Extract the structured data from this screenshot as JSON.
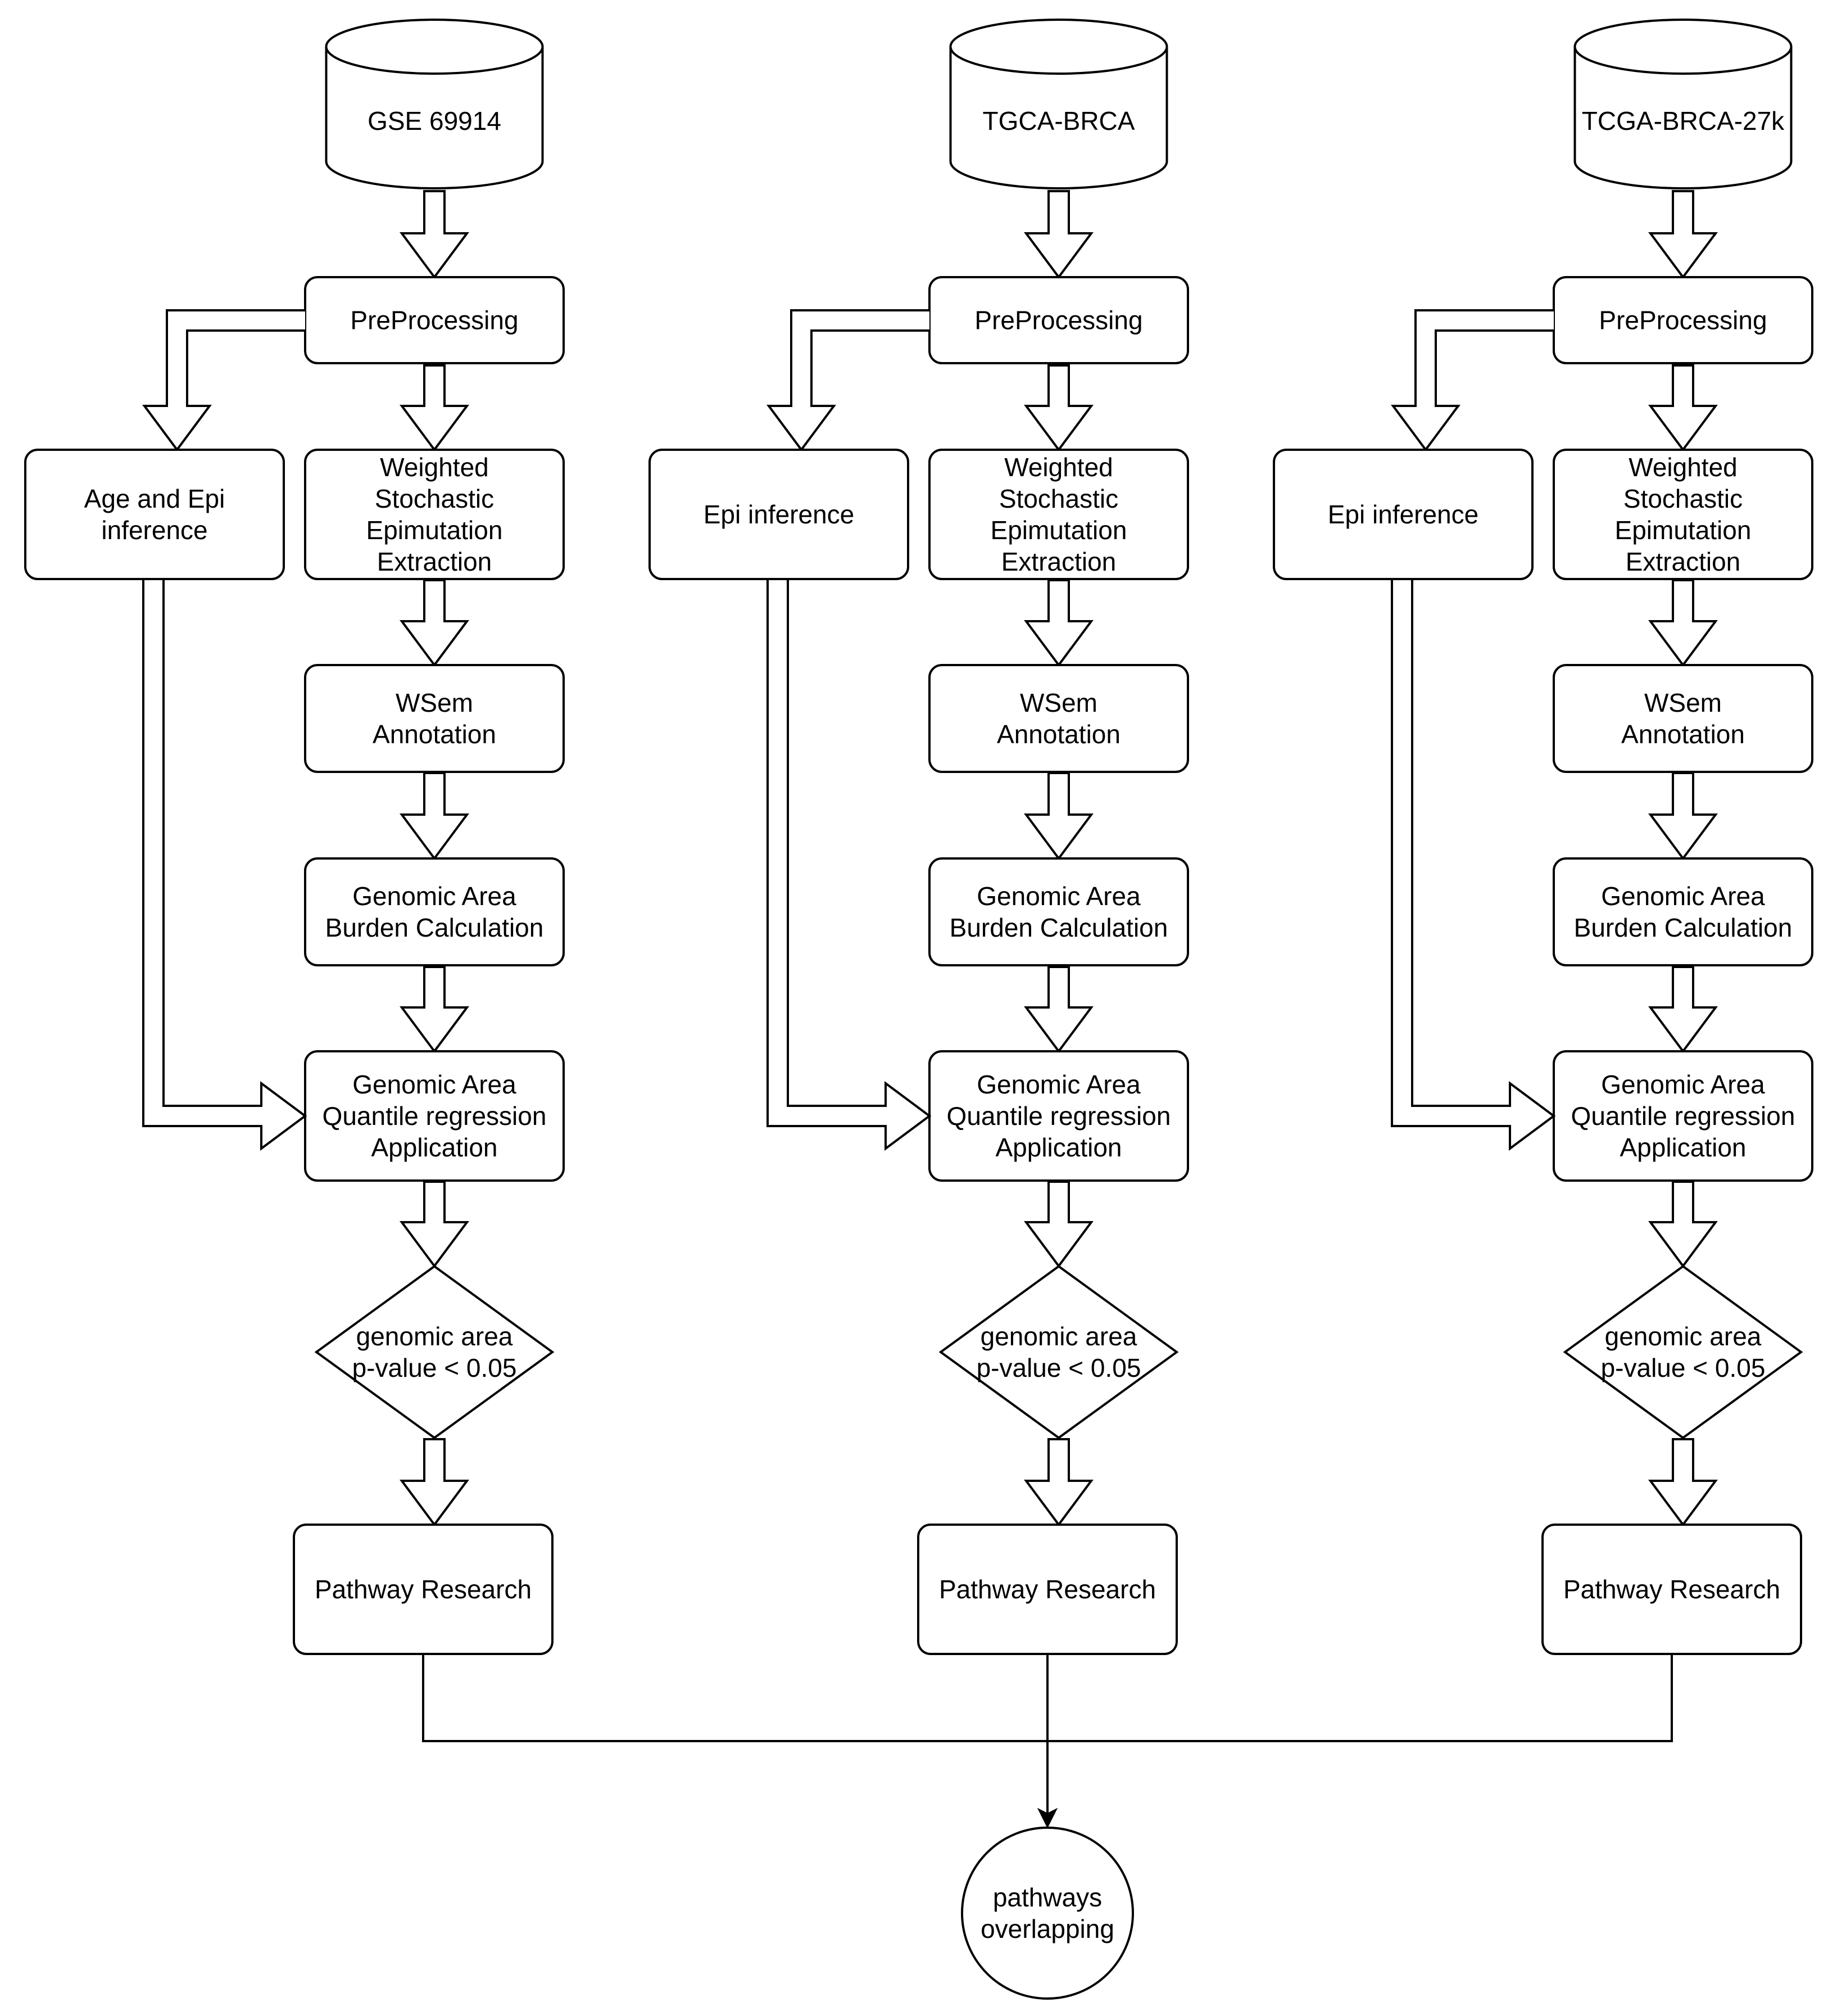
{
  "colors": {
    "stroke": "#000000",
    "fill": "#ffffff",
    "text": "#000000"
  },
  "pipelines": [
    {
      "dataset": "GSE 69914",
      "preprocessing": "PreProcessing",
      "side_inference": [
        "Age and Epi",
        "inference"
      ],
      "wsem_extraction": [
        "Weighted",
        "Stochastic",
        "Epimutation",
        "Extraction"
      ],
      "wsem_annotation": [
        "WSem",
        "Annotation"
      ],
      "burden": [
        "Genomic Area",
        "Burden Calculation"
      ],
      "regression": [
        "Genomic Area",
        "Quantile regression",
        "Application"
      ],
      "decision": [
        "genomic area",
        "p-value < 0.05"
      ],
      "pathway": "Pathway Research"
    },
    {
      "dataset": "TGCA-BRCA",
      "preprocessing": "PreProcessing",
      "side_inference": [
        "Epi inference"
      ],
      "wsem_extraction": [
        "Weighted",
        "Stochastic",
        "Epimutation",
        "Extraction"
      ],
      "wsem_annotation": [
        "WSem",
        "Annotation"
      ],
      "burden": [
        "Genomic Area",
        "Burden Calculation"
      ],
      "regression": [
        "Genomic Area",
        "Quantile regression",
        "Application"
      ],
      "decision": [
        "genomic area",
        "p-value < 0.05"
      ],
      "pathway": "Pathway Research"
    },
    {
      "dataset": "TCGA-BRCA-27k",
      "preprocessing": "PreProcessing",
      "side_inference": [
        "Epi inference"
      ],
      "wsem_extraction": [
        "Weighted",
        "Stochastic",
        "Epimutation",
        "Extraction"
      ],
      "wsem_annotation": [
        "WSem",
        "Annotation"
      ],
      "burden": [
        "Genomic Area",
        "Burden Calculation"
      ],
      "regression": [
        "Genomic Area",
        "Quantile regression",
        "Application"
      ],
      "decision": [
        "genomic area",
        "p-value < 0.05"
      ],
      "pathway": "Pathway Research"
    }
  ],
  "result": [
    "pathways",
    "overlapping"
  ]
}
